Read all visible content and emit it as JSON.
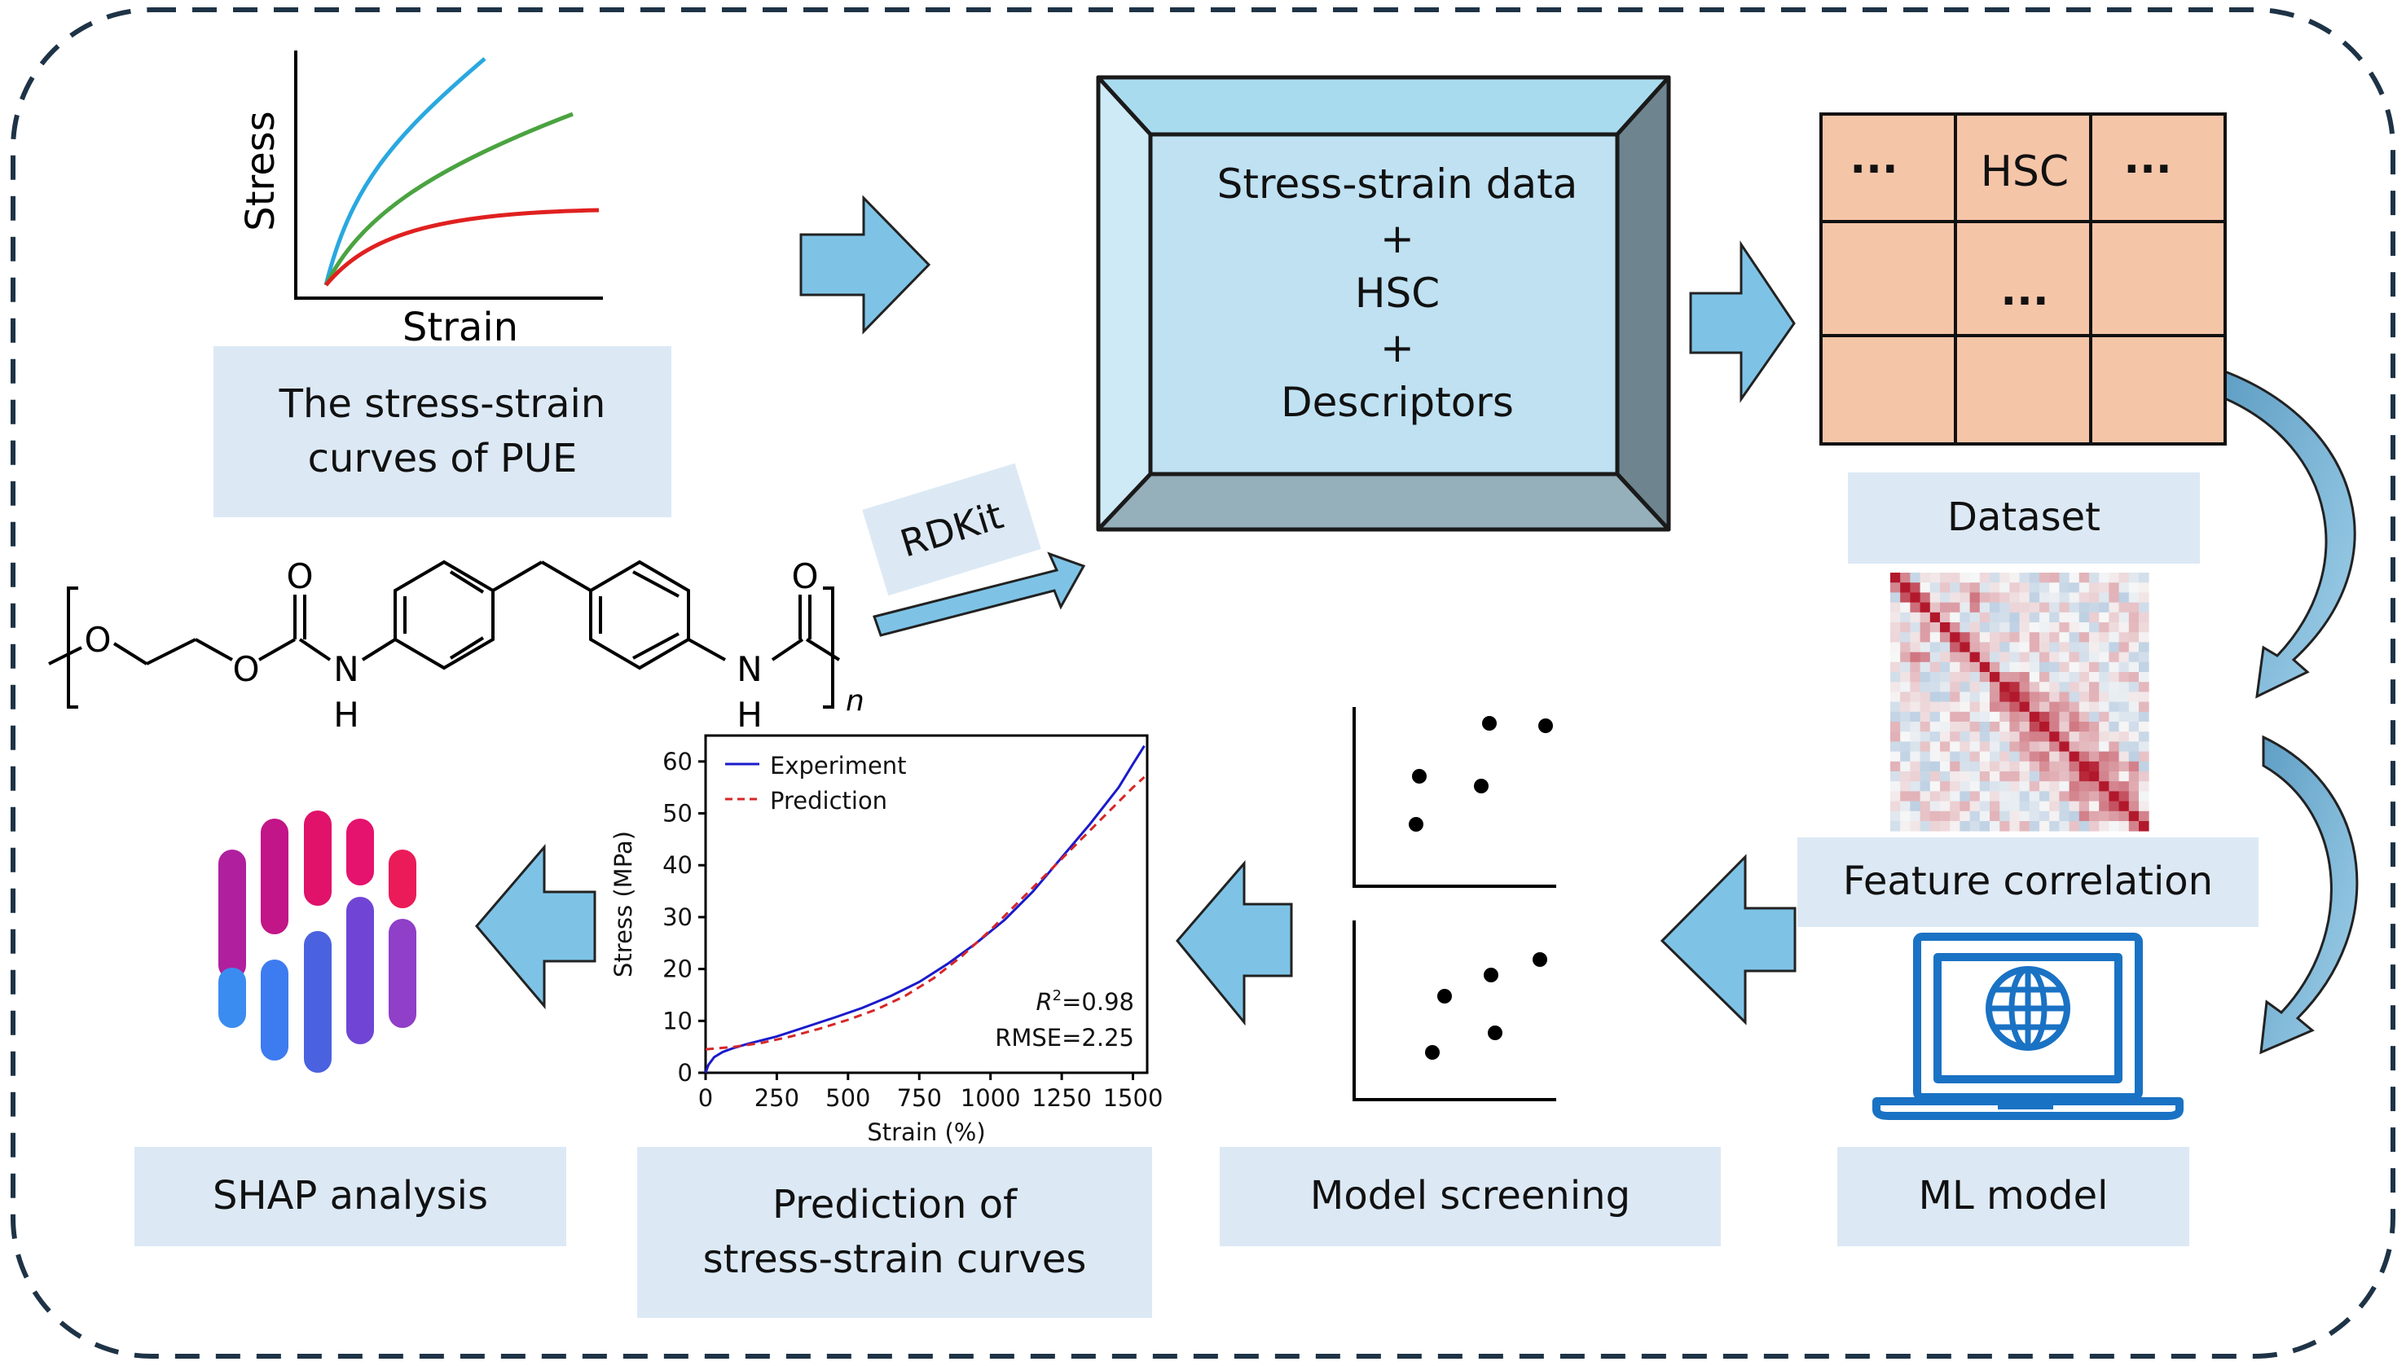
{
  "pue_curves": {
    "y_label": "Stress",
    "x_label": "Strain",
    "caption_line1": "The stress-strain",
    "caption_line2": "curves of PUE"
  },
  "structure": {
    "atom_o1": "O",
    "atom_o2": "O",
    "atom_o3": "O",
    "atom_o4": "O",
    "atom_n1": "N",
    "atom_h1": "H",
    "atom_n2": "N",
    "atom_h2": "H",
    "repeat": "n"
  },
  "rdkit": {
    "label": "RDKit"
  },
  "merge_box": {
    "line1": "Stress-strain data",
    "line2": "+",
    "line3": "HSC",
    "line4": "+",
    "line5": "Descriptors"
  },
  "dataset": {
    "cells": [
      "···",
      "HSC",
      "···",
      "",
      "···",
      "",
      "",
      "",
      ""
    ],
    "label": "Dataset"
  },
  "feature_correlation": {
    "label": "Feature correlation"
  },
  "ml_model": {
    "label": "ML model"
  },
  "model_screening": {
    "label": "Model screening"
  },
  "prediction": {
    "label_line1": "Prediction of",
    "label_line2": "stress-strain curves",
    "r2_label": "R",
    "r2_value": "=0.98",
    "r2_superscript": "2",
    "rmse": "RMSE=2.25"
  },
  "shap": {
    "label": "SHAP analysis"
  },
  "colors": {
    "arrow_fill": "#7ec3e6",
    "label_bg": "#dce9f5",
    "grid_fill": "#f5c5a8",
    "border_dash": "#1e3346",
    "experiment_line": "#1a1acc",
    "prediction_line": "#d62728",
    "laptop_blue": "#1a72c4"
  },
  "chart_data": {
    "type": "line",
    "title": "",
    "xlabel": "Strain (%)",
    "ylabel": "Stress (MPa)",
    "xlim": [
      0,
      1550
    ],
    "ylim": [
      0,
      65
    ],
    "xticks": [
      0,
      250,
      500,
      750,
      1000,
      1250,
      1500
    ],
    "yticks": [
      0,
      10,
      20,
      30,
      40,
      50,
      60
    ],
    "legend_position": "top-left",
    "series": [
      {
        "name": "Experiment",
        "style": "solid",
        "color": "#1a1acc",
        "x": [
          0,
          10,
          30,
          60,
          100,
          150,
          250,
          350,
          450,
          550,
          650,
          750,
          850,
          950,
          1050,
          1150,
          1250,
          1350,
          1450,
          1500,
          1540
        ],
        "y": [
          0,
          1.5,
          3,
          4,
          4.8,
          5.6,
          7,
          8.8,
          10.6,
          12.5,
          14.8,
          17.5,
          21,
          25,
          29.5,
          35,
          41.5,
          48,
          55,
          59.5,
          63
        ]
      },
      {
        "name": "Prediction",
        "style": "dashed",
        "color": "#d62728",
        "x": [
          0,
          100,
          200,
          300,
          400,
          500,
          600,
          700,
          800,
          900,
          1000,
          1100,
          1200,
          1300,
          1400,
          1500,
          1540
        ],
        "y": [
          4.5,
          5,
          5.8,
          7,
          8.5,
          10.2,
          12.2,
          14.8,
          18.2,
          22.5,
          27.5,
          33,
          38.5,
          44,
          49.5,
          55,
          57
        ]
      }
    ]
  }
}
